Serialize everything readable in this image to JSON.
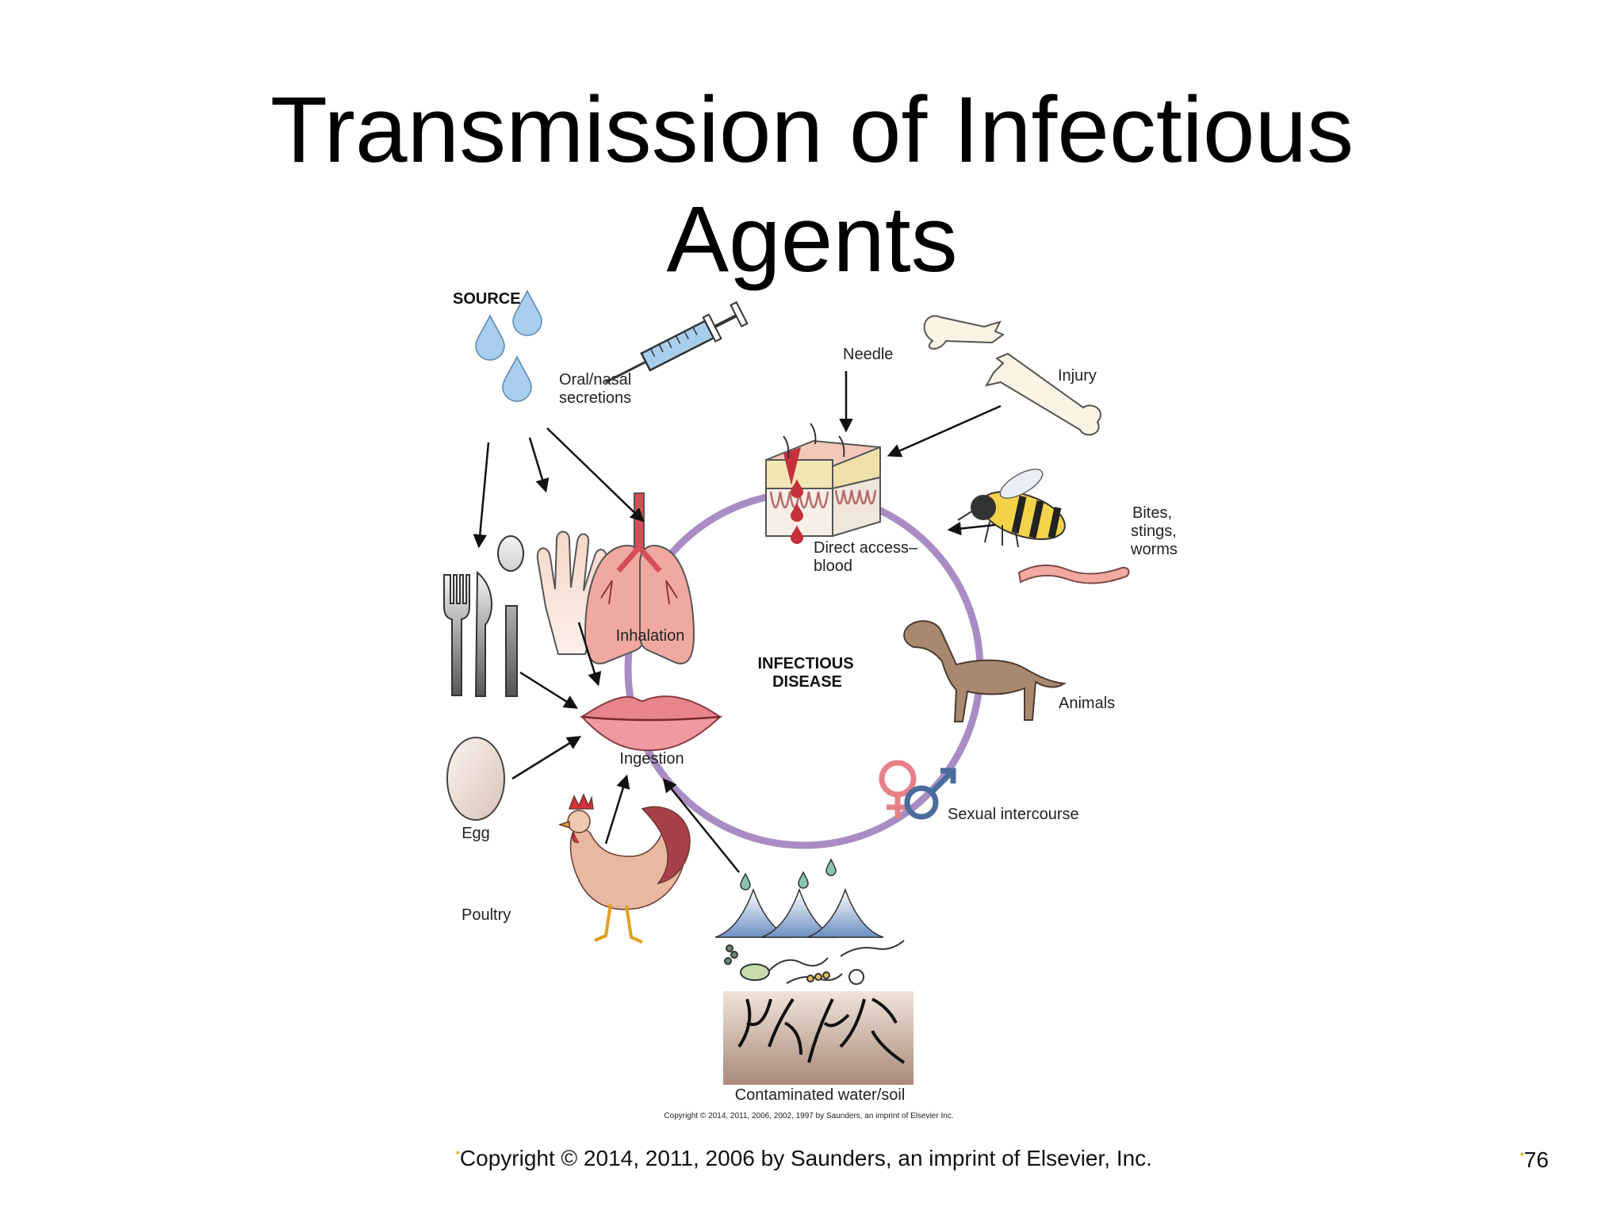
{
  "slide": {
    "title_line1": "Transmission of Infectious",
    "title_line2": "Agents",
    "footer_copyright": "Copyright © 2014, 2011, 2006 by Saunders, an imprint of Elsevier, Inc.",
    "page_number": "76"
  },
  "diagram": {
    "source_label": "SOURCE",
    "center_label_line1": "INFECTIOUS",
    "center_label_line2": "DISEASE",
    "labels": {
      "oral_nasal_1": "Oral/nasal",
      "oral_nasal_2": "secretions",
      "needle": "Needle",
      "injury": "Injury",
      "direct_access_1": "Direct access–",
      "direct_access_2": "blood",
      "bites_1": "Bites,",
      "bites_2": "stings,",
      "bites_3": "worms",
      "inhalation": "Inhalation",
      "animals": "Animals",
      "ingestion": "Ingestion",
      "sexual": "Sexual intercourse",
      "egg": "Egg",
      "poultry": "Poultry",
      "water_soil": "Contaminated water/soil"
    },
    "image_copyright": "Copyright © 2014, 2011, 2006, 2002, 1997 by Saunders, an imprint of Elsevier Inc.",
    "colors": {
      "ring": "#a98cc4",
      "water": "#a9cdec",
      "blood": "#c4303c",
      "soil": "#b9967e",
      "bullet": "#e8b400"
    }
  }
}
